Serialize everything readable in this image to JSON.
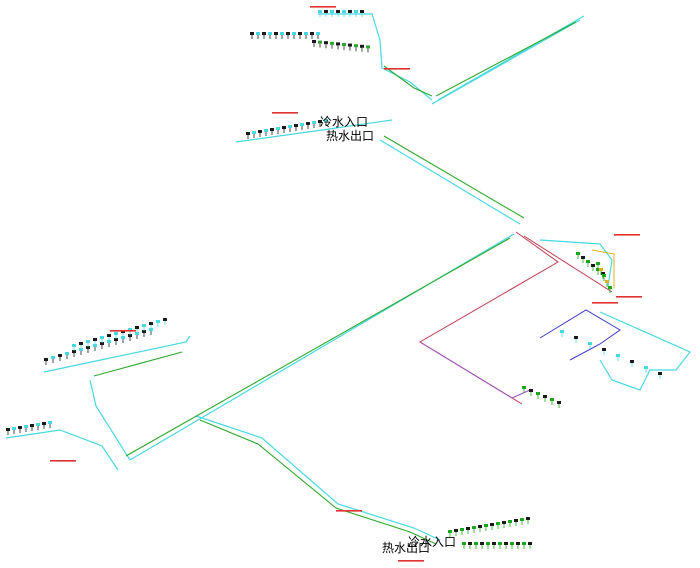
{
  "colors": {
    "background": "#ffffff",
    "cold_pipe": "#48d8e0",
    "hot_pipe": "#2fa82f",
    "green_fixture": "#18a818",
    "red_pipe": "#c03a50",
    "purple_pipe": "#9a50c0",
    "blue_pipe": "#3a3ac8",
    "yellow_pipe": "#e0b020",
    "tag_red": "#e03030",
    "label_black": "#000000"
  },
  "labels": {
    "top_cold_inlet": "冷水入口",
    "top_hot_outlet": "热水出口",
    "bottom_hot_outlet": "热水出口",
    "bottom_cold_inlet": "冷水入口"
  }
}
